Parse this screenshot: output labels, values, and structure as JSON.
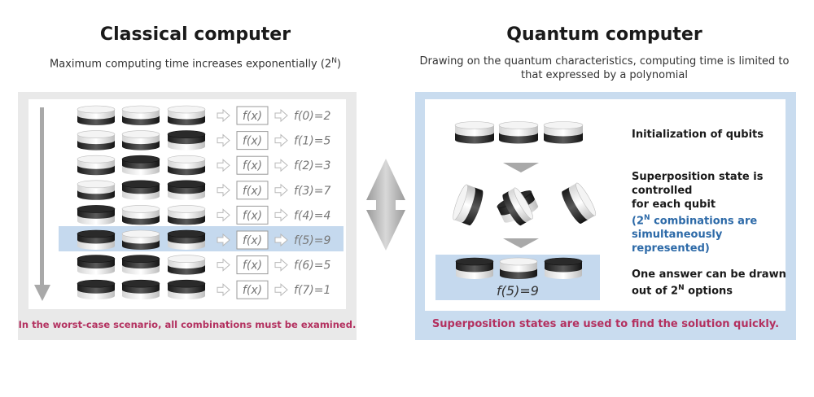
{
  "left": {
    "title": "Classical computer",
    "subtitle": "Maximum computing time increases exponentially (2",
    "subtitle_sup": "N",
    "subtitle_end": ")",
    "function_label": "f(x)",
    "rows": [
      {
        "result": "f(0)=2",
        "bits": [
          0,
          0,
          0
        ]
      },
      {
        "result": "f(1)=5",
        "bits": [
          0,
          0,
          1
        ]
      },
      {
        "result": "f(2)=3",
        "bits": [
          0,
          1,
          0
        ]
      },
      {
        "result": "f(3)=7",
        "bits": [
          0,
          1,
          1
        ]
      },
      {
        "result": "f(4)=4",
        "bits": [
          1,
          0,
          0
        ]
      },
      {
        "result": "f(5)=9",
        "bits": [
          1,
          0,
          1
        ]
      },
      {
        "result": "f(6)=5",
        "bits": [
          1,
          1,
          0
        ]
      },
      {
        "result": "f(7)=1",
        "bits": [
          1,
          1,
          1
        ]
      }
    ],
    "highlighted_row": 5,
    "caption": "In the worst-case scenario, all combinations must be examined."
  },
  "right": {
    "title": "Quantum computer",
    "subtitle_line1": "Drawing on the quantum characteristics, computing time is limited to",
    "subtitle_line2": "that expressed by a polynomial",
    "step1": "Initialization of qubits",
    "step2_line1": "Superposition state is",
    "step2_line2": "controlled",
    "step2_line3": "for each qubit",
    "step2_blue1_pre": "(2",
    "step2_blue1_sup": "N",
    "step2_blue1_post": " combinations are",
    "step2_blue2": "simultaneously",
    "step2_blue3": "represented)",
    "step3_line1": "One answer can be drawn",
    "step3_line2_pre": "out of 2",
    "step3_line2_sup": "N",
    "step3_line2_post": " options",
    "result_label": "f(5)=9",
    "caption": "Superposition states are used to find the solution quickly."
  },
  "colors": {
    "accent_caption": "#b3305f",
    "blue_text": "#2d6aa8",
    "highlight": "#c5d9ee",
    "right_panel": "#c9dcef"
  }
}
